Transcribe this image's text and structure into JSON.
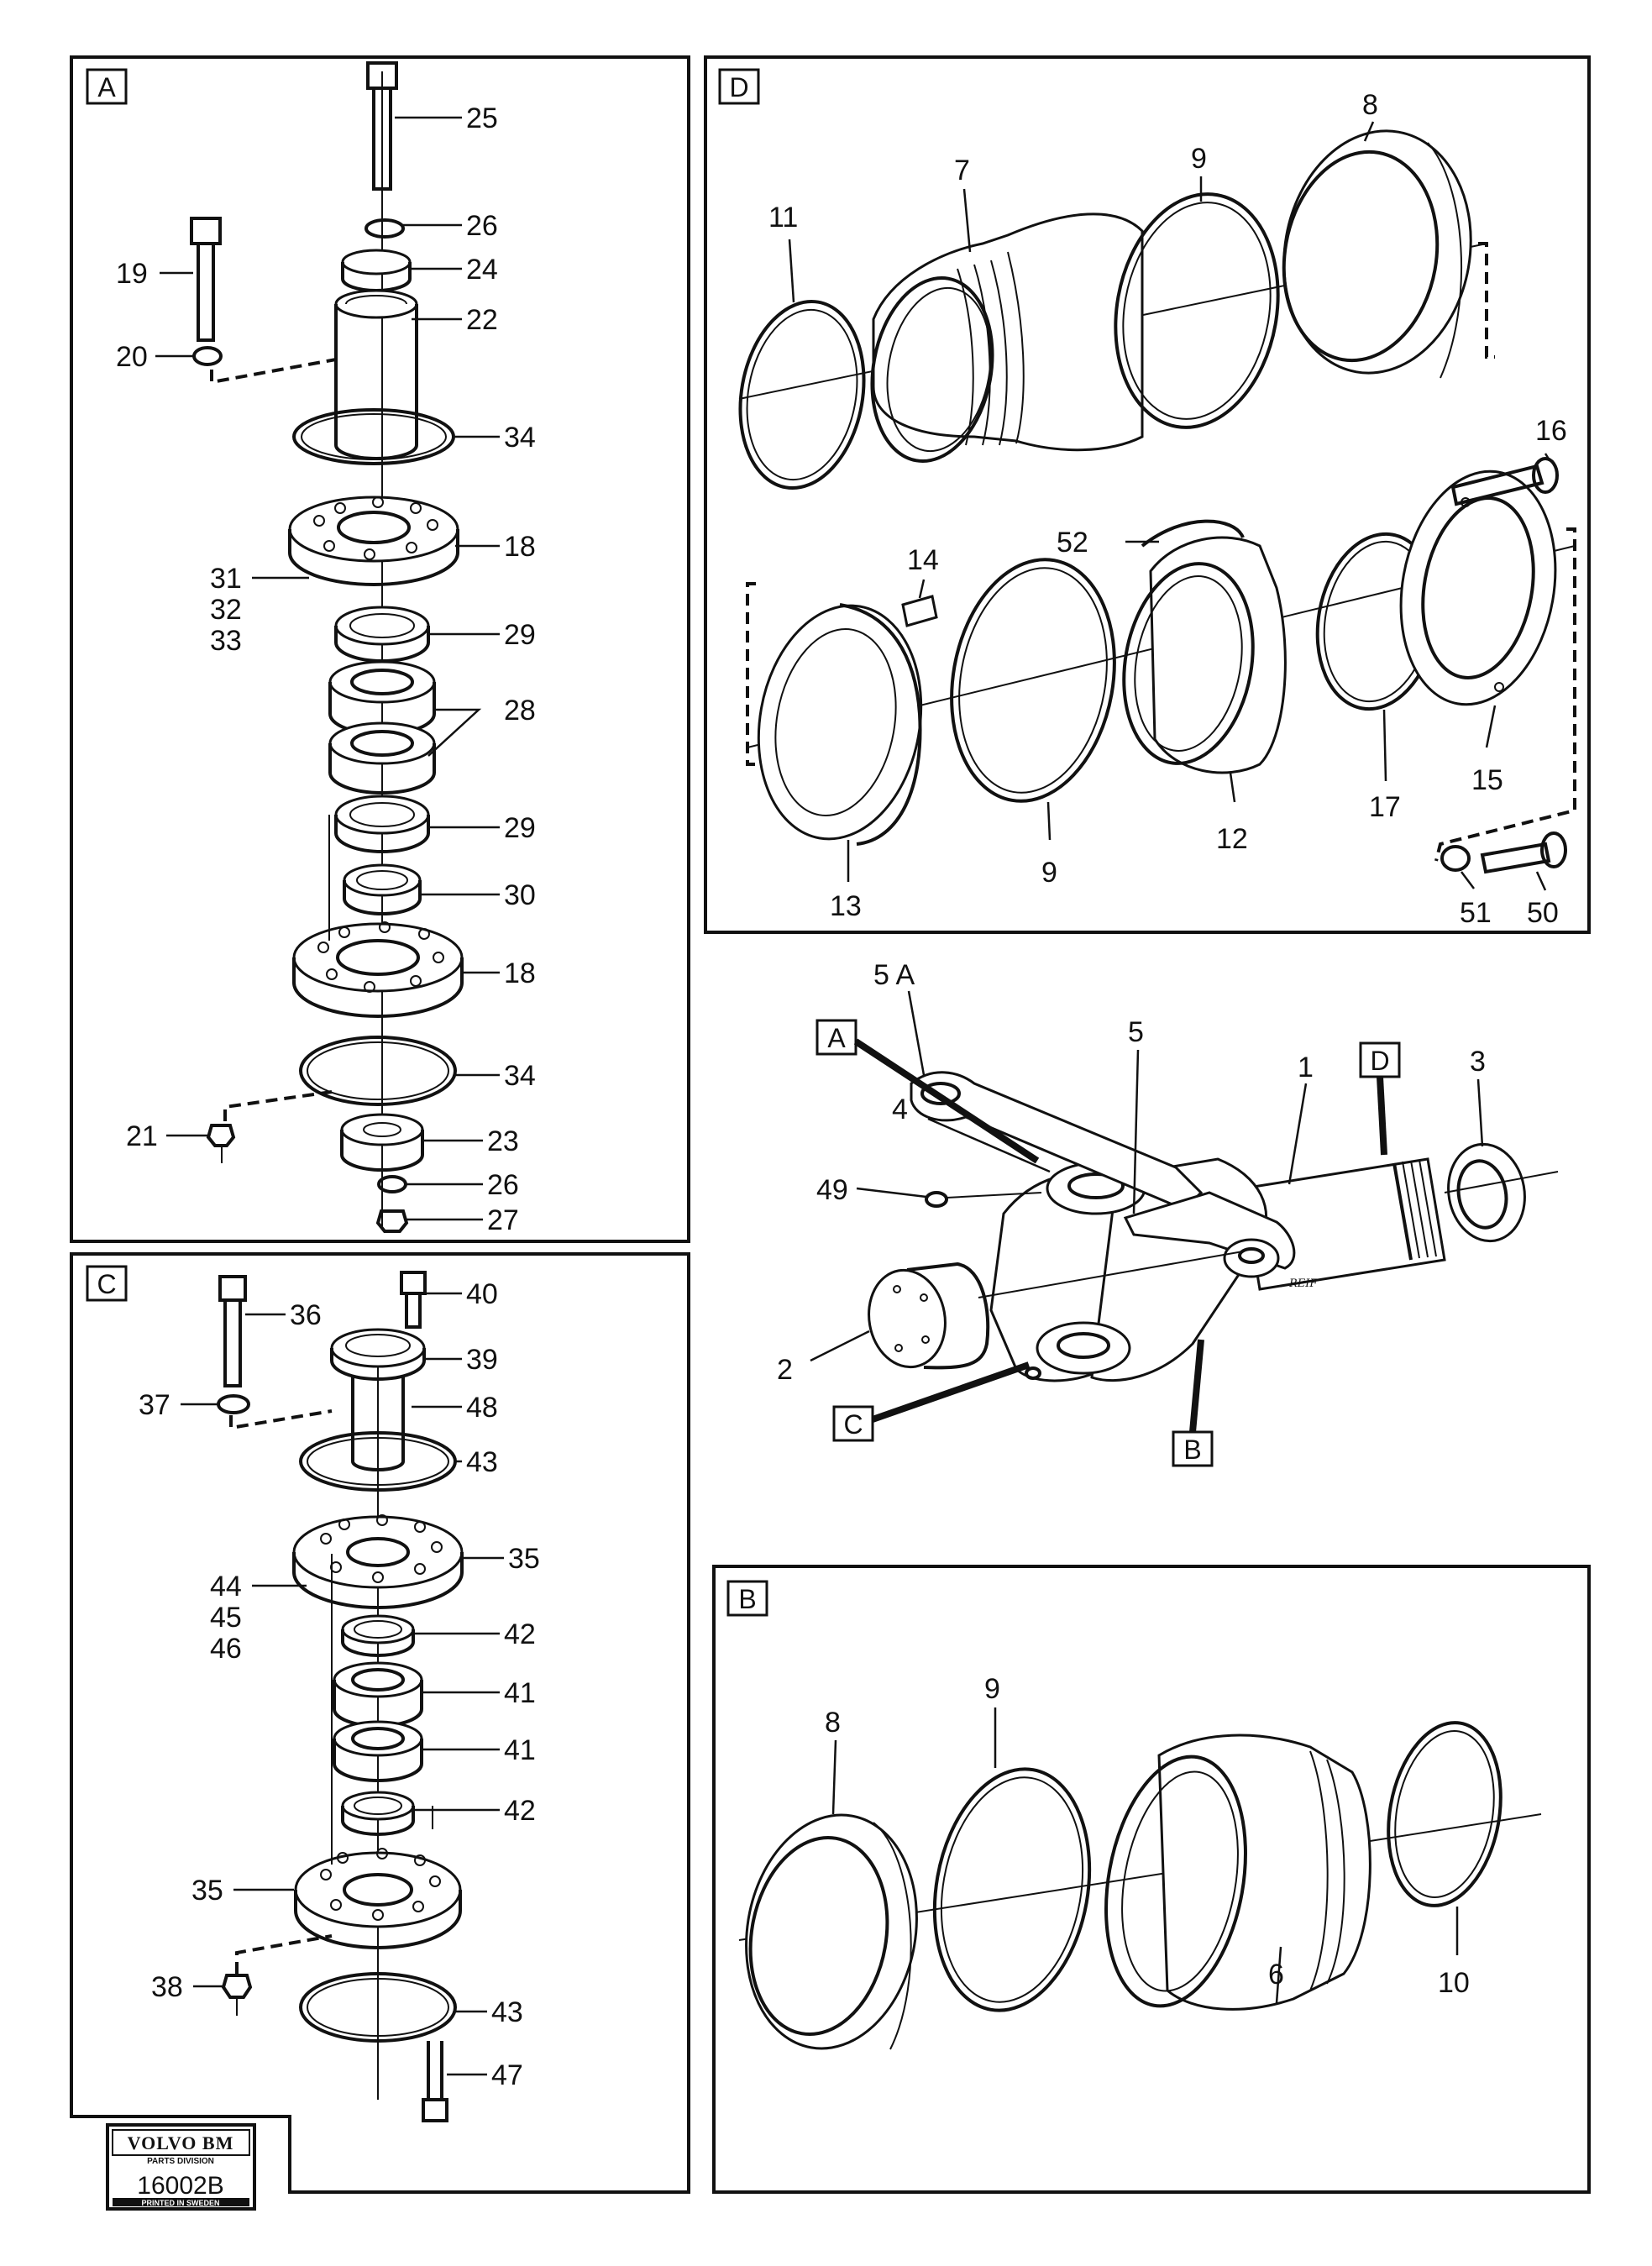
{
  "panels": {
    "A": {
      "tag": "A",
      "labels": [
        "25",
        "26",
        "24",
        "19",
        "22",
        "20",
        "34",
        "18",
        "31",
        "32",
        "33",
        "29",
        "28",
        "29",
        "30",
        "18",
        "34",
        "23",
        "21",
        "26",
        "27"
      ]
    },
    "C": {
      "tag": "C",
      "labels": [
        "40",
        "36",
        "39",
        "37",
        "48",
        "43",
        "35",
        "44",
        "45",
        "46",
        "42",
        "41",
        "41",
        "42",
        "35",
        "38",
        "43",
        "47"
      ]
    },
    "D": {
      "tag": "D",
      "labels": [
        "8",
        "9",
        "11",
        "7",
        "16",
        "52",
        "14",
        "13",
        "9",
        "12",
        "17",
        "15",
        "51",
        "50"
      ]
    },
    "B": {
      "tag": "B",
      "labels": [
        "8",
        "9",
        "10",
        "6"
      ]
    },
    "main": {
      "labels": [
        "5 A",
        "5",
        "1",
        "3",
        "4",
        "49",
        "2"
      ],
      "tags": [
        "A",
        "D",
        "C",
        "B"
      ],
      "stamp": "REIF"
    }
  },
  "logo": {
    "brand": "VOLVO BM",
    "division": "PARTS DIVISION",
    "number": "16002B",
    "printed": "PRINTED IN SWEDEN"
  },
  "colors": {
    "ink": "#111111",
    "paper": "#ffffff"
  }
}
